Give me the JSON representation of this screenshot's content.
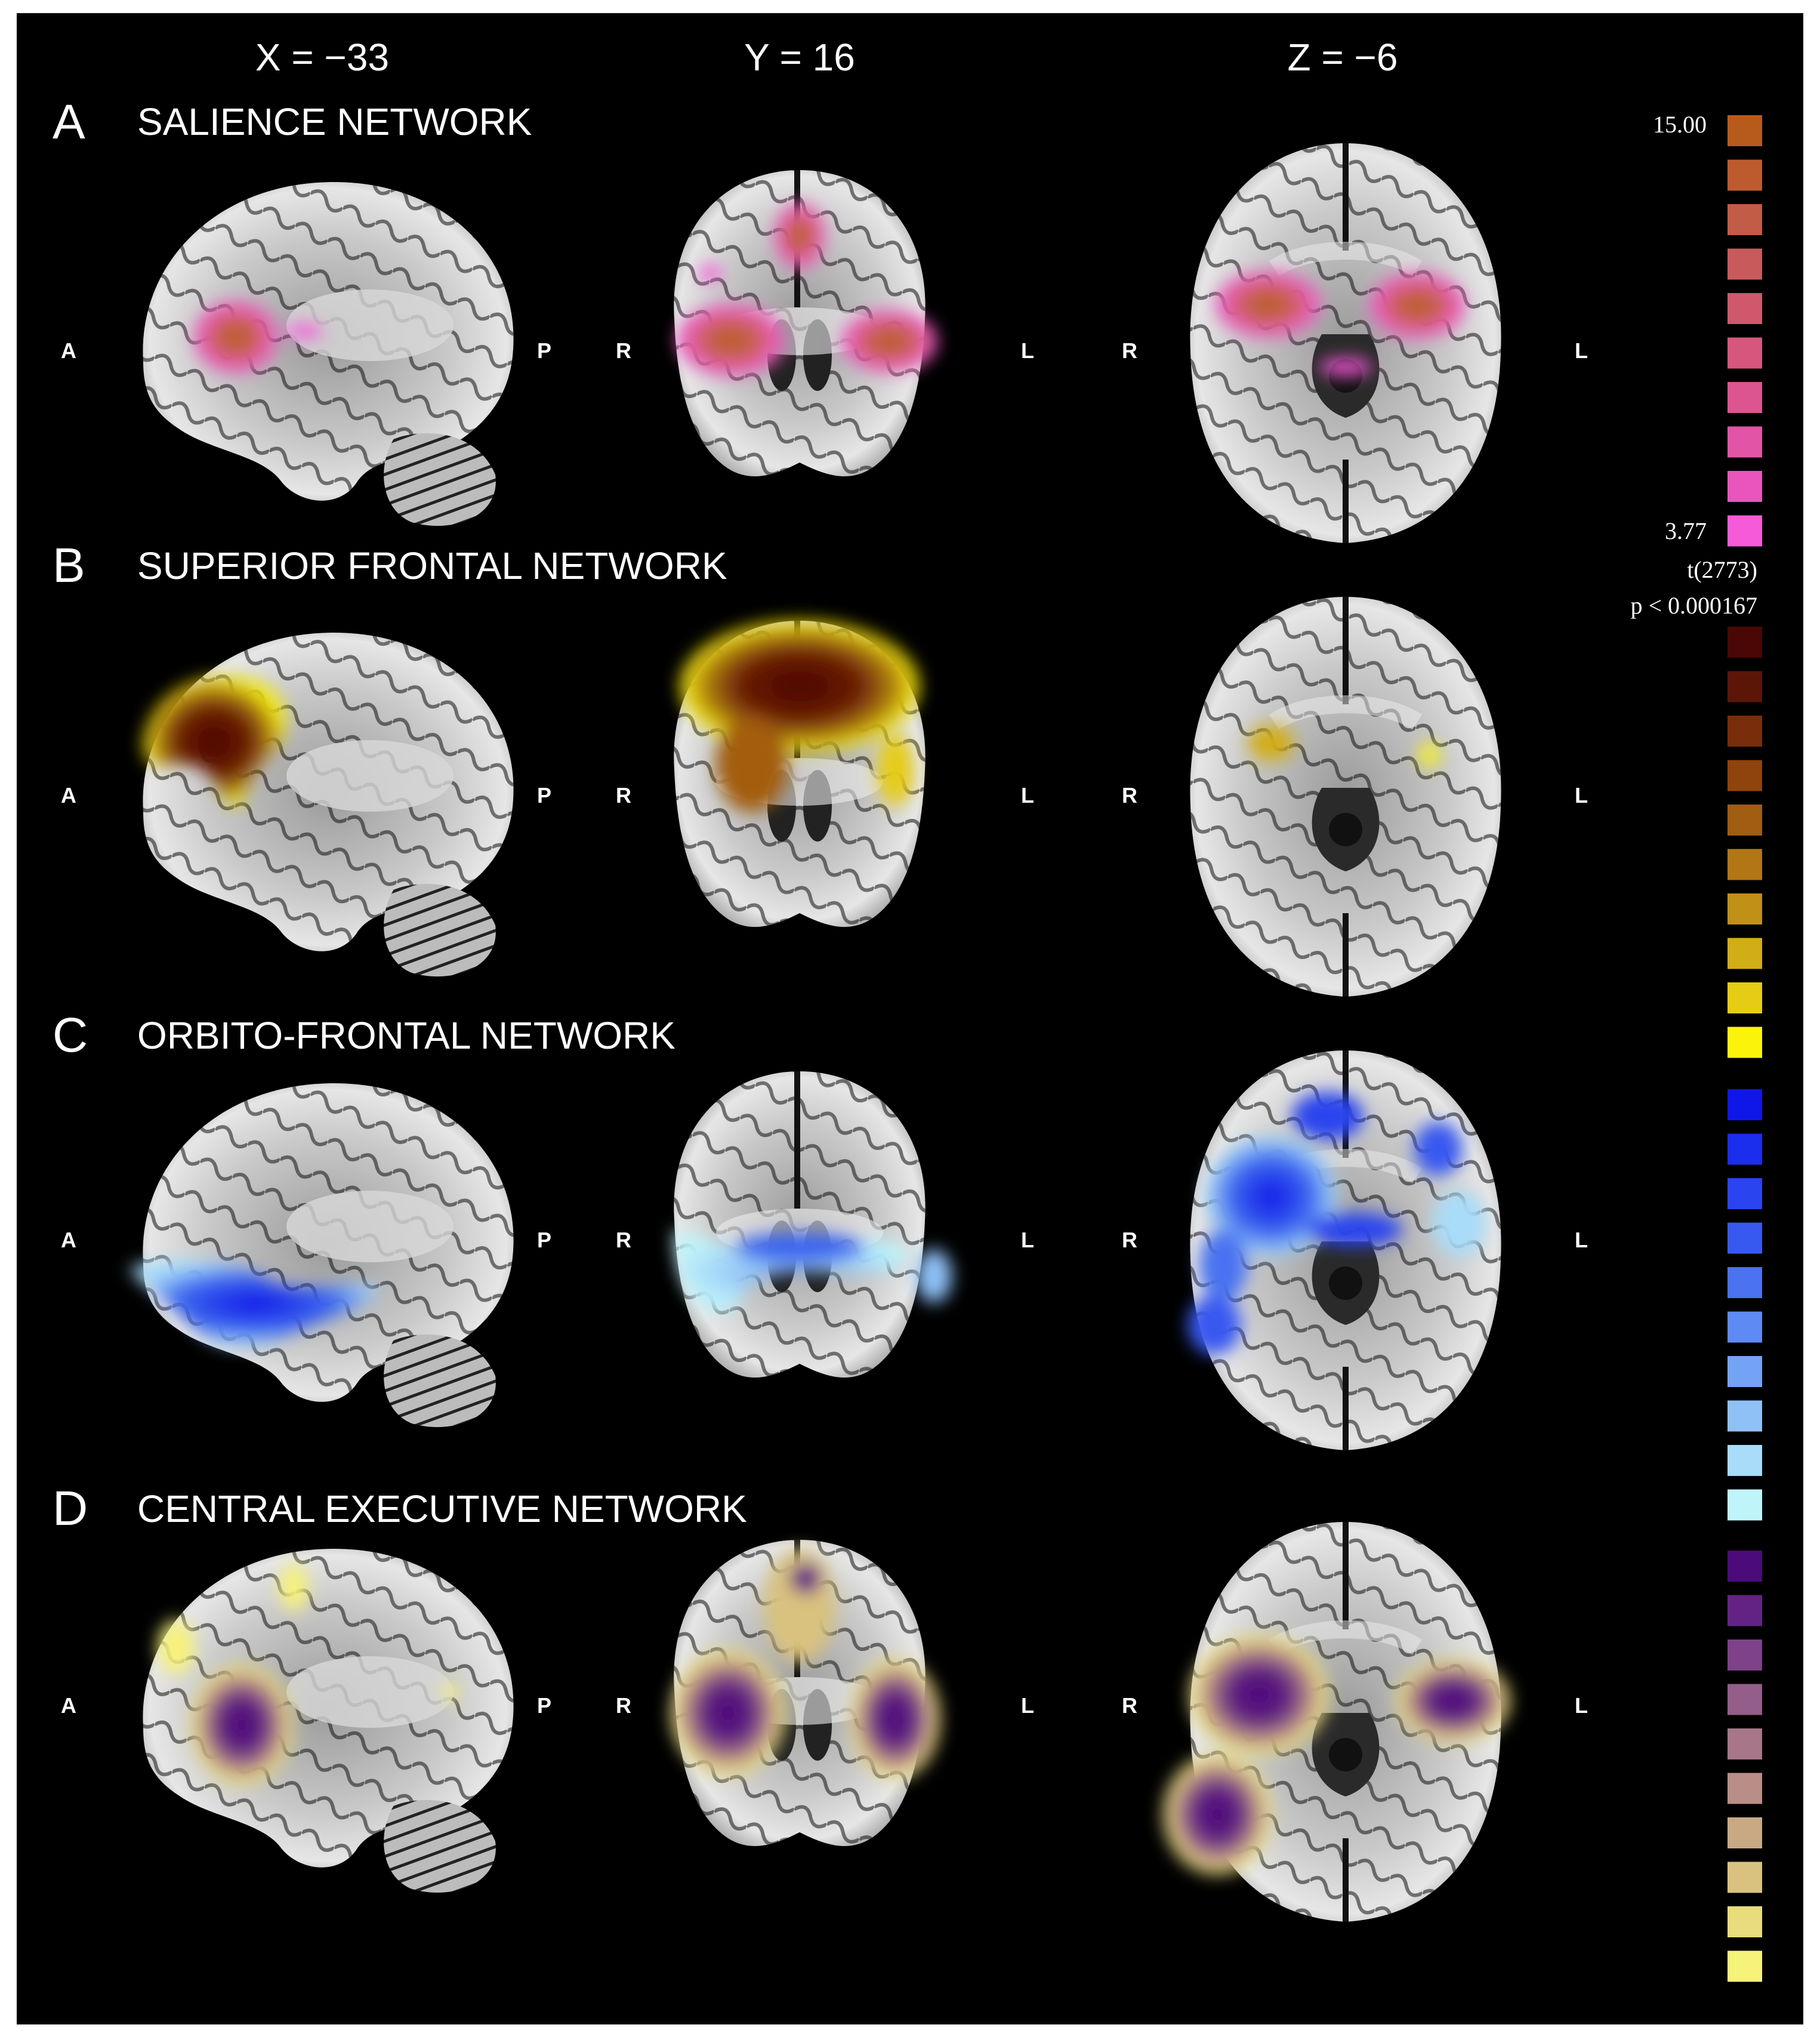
{
  "coordinates": {
    "x": "X = −33",
    "y": "Y = 16",
    "z": "Z = −6"
  },
  "orientation": {
    "anterior": "A",
    "posterior": "P",
    "right": "R",
    "left": "L"
  },
  "panels": [
    {
      "letter": "A",
      "title": "SALIENCE NETWORK"
    },
    {
      "letter": "B",
      "title": "SUPERIOR FRONTAL NETWORK"
    },
    {
      "letter": "C",
      "title": "ORBITO-FRONTAL NETWORK"
    },
    {
      "letter": "D",
      "title": "CENTRAL EXECUTIVE NETWORK"
    }
  ],
  "colorbar": {
    "max_label": "15.00",
    "min_label": "3.77",
    "stat_label": "t(2773)",
    "p_label": "p < 0.000167",
    "scales": [
      {
        "name": "salience",
        "colors": [
          "#b65b1c",
          "#bd5b2e",
          "#c35c46",
          "#c95a5b",
          "#cf586c",
          "#d6567e",
          "#dc5590",
          "#e255a6",
          "#ea55bd",
          "#f55ad9"
        ]
      },
      {
        "name": "superior-frontal",
        "colors": [
          "#4a0705",
          "#5c1608",
          "#7a2d0a",
          "#8f430d",
          "#a15d10",
          "#b27714",
          "#c09017",
          "#d1ad17",
          "#e6cc14",
          "#fbf40a"
        ]
      },
      {
        "name": "orbito-frontal",
        "colors": [
          "#0f17e8",
          "#1b2ded",
          "#2a44ef",
          "#3759f0",
          "#4a72f1",
          "#5e8af3",
          "#74a3f5",
          "#8fc1f7",
          "#a8dcf9",
          "#bff4fa"
        ]
      },
      {
        "name": "central-executive",
        "colors": [
          "#4b0b7a",
          "#632385",
          "#7d4289",
          "#935e89",
          "#a77688",
          "#b98e86",
          "#c9a884",
          "#d9c27f",
          "#e8dc7d",
          "#f7f27a"
        ]
      }
    ]
  },
  "overlay_colors": {
    "salience_core": "#b65b1c",
    "salience_edge": "#f55ad9",
    "frontal_core": "#4a0705",
    "frontal_edge": "#fbf40a",
    "orbito_core": "#0f17e8",
    "orbito_edge": "#a8dcf9",
    "exec_core": "#4b0b7a",
    "exec_edge": "#f7f27a"
  }
}
